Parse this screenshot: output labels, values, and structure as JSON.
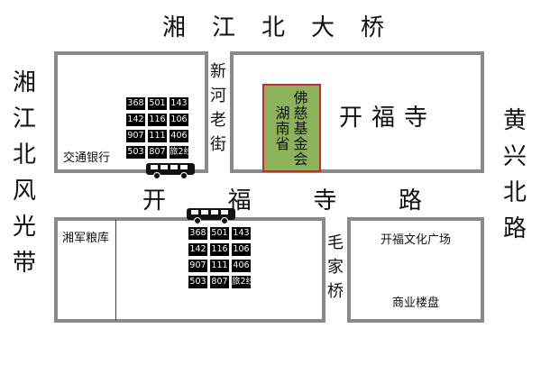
{
  "roads": {
    "top": [
      "湘",
      "江",
      "北",
      "大",
      "桥"
    ],
    "left": [
      "湘",
      "江",
      "北",
      "风",
      "光",
      "带"
    ],
    "right": [
      "黄",
      "兴",
      "北",
      "路"
    ],
    "middle": [
      "开",
      "福",
      "寺",
      "路"
    ],
    "xinhe": [
      "新",
      "河",
      "老",
      "街"
    ],
    "maojiaqiao": [
      "毛",
      "家",
      "桥"
    ]
  },
  "places": {
    "bank": "交通银行",
    "granary": "湘军粮库",
    "kaifu_temple": "开福寺",
    "culture_square": "开福文化广场",
    "commercial": "商业楼盘",
    "foundation": {
      "col1": [
        "佛",
        "慈",
        "基",
        "金",
        "会"
      ],
      "col2": [
        "湖",
        "南",
        "省"
      ]
    }
  },
  "bus_stops": {
    "north": [
      "368",
      "501",
      "143",
      "142",
      "116",
      "106",
      "907",
      "111",
      "406",
      "503",
      "807",
      "旅2线"
    ],
    "south": [
      "368",
      "501",
      "143",
      "142",
      "116",
      "106",
      "907",
      "111",
      "406",
      "503",
      "807",
      "旅2线"
    ]
  },
  "colors": {
    "block_border": "#8a8a8a",
    "temple_fill": "#8db35a",
    "temple_border": "#cc2a2a",
    "chip_bg": "#000000"
  }
}
